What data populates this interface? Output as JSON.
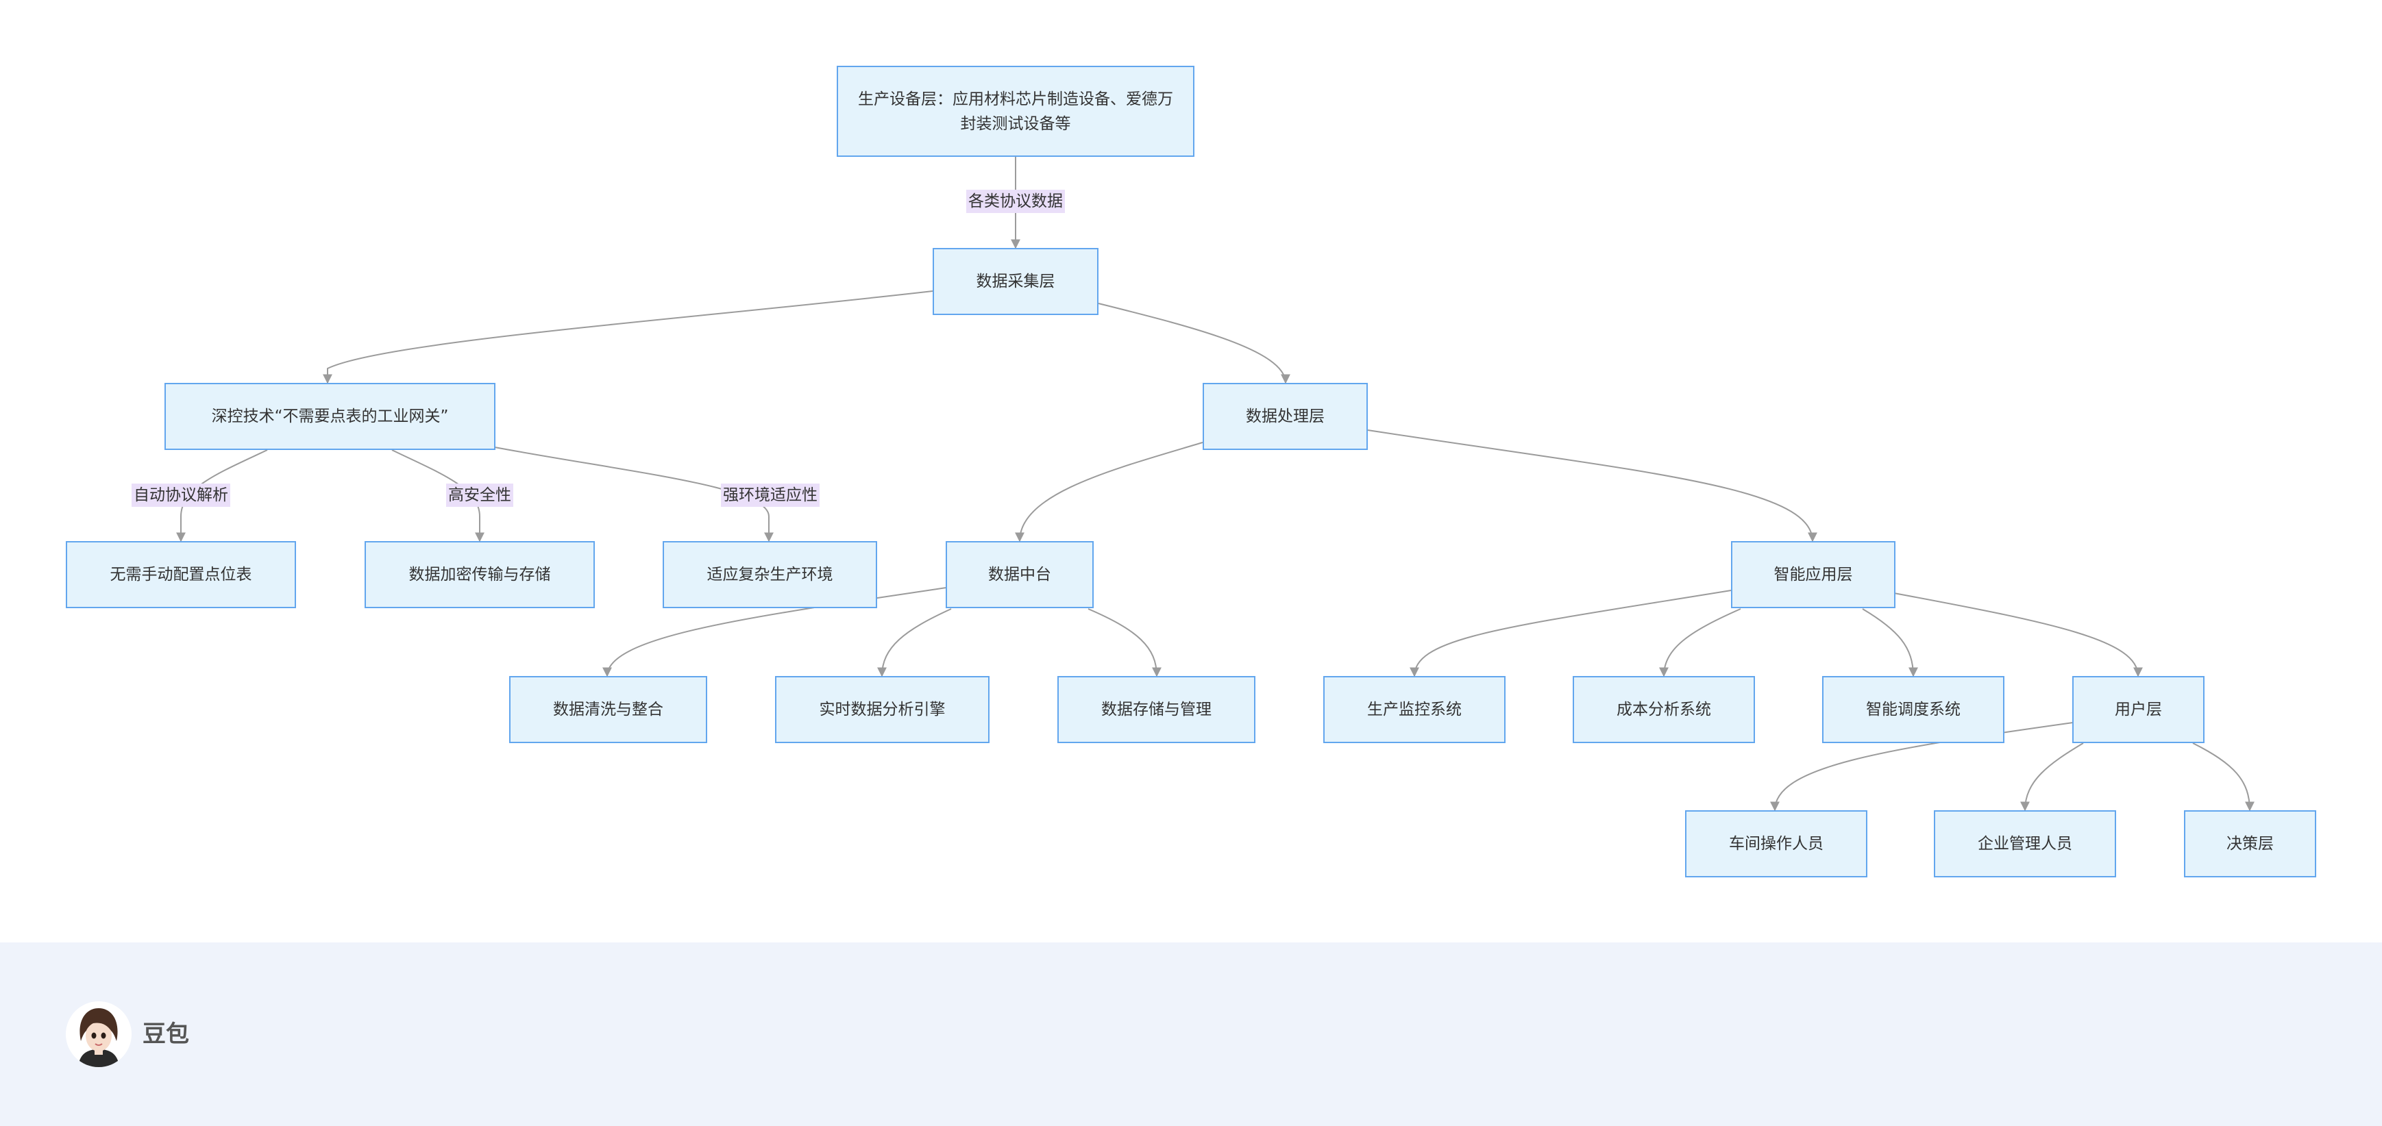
{
  "diagram": {
    "nodes": {
      "device": "生产设备层：应用材料芯片制造设备、爱德万封装测试设备等",
      "collect": "数据采集层",
      "gateway": "深控技术“不需要点表的工业网关”",
      "process": "数据处理层",
      "no_point": "无需手动配置点位表",
      "encrypt": "数据加密传输与存储",
      "adapt": "适应复杂生产环境",
      "middle": "数据中台",
      "smart": "智能应用层",
      "clean": "数据清洗与整合",
      "realtime": "实时数据分析引擎",
      "storage": "数据存储与管理",
      "monitor": "生产监控系统",
      "cost": "成本分析系统",
      "schedule": "智能调度系统",
      "user": "用户层",
      "operator": "车间操作人员",
      "manager": "企业管理人员",
      "decision": "决策层"
    },
    "edge_labels": {
      "device_collect": "各类协议数据",
      "gateway_no_point": "自动协议解析",
      "gateway_encrypt": "高安全性",
      "gateway_adapt": "强环境适应性"
    },
    "colors": {
      "node_fill": "#e4f3fc",
      "node_border": "#62a6ee",
      "edge": "#9b9b9b",
      "edge_label_bg": "#eadff9"
    }
  },
  "footer": {
    "brand_name": "豆包",
    "avatar_icon": "doubao-avatar-icon"
  }
}
